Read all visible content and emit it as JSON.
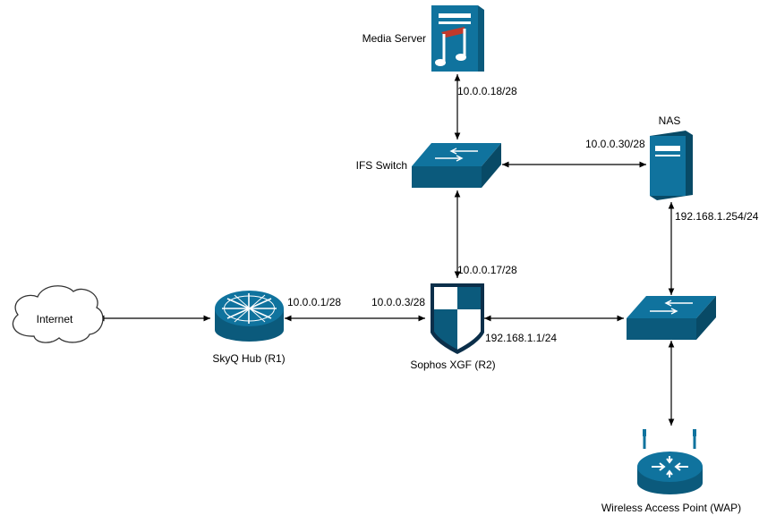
{
  "colors": {
    "device": "#10739e",
    "device_dark": "#0b5a7c",
    "line": "#000000",
    "cloud_stroke": "#333333",
    "firewall_white": "#ffffff",
    "server_accent": "#c0392b"
  },
  "nodes": {
    "internet": {
      "label": "Internet",
      "icon": "cloud-icon"
    },
    "skyq": {
      "label": "SkyQ Hub (R1)",
      "icon": "router-icon"
    },
    "sophos": {
      "label": "Sophos XGF (R2)",
      "icon": "firewall-shield-icon"
    },
    "media": {
      "label": "Media Server",
      "icon": "media-server-icon"
    },
    "ifs": {
      "label": "IFS Switch",
      "icon": "switch-icon"
    },
    "nas": {
      "label": "NAS",
      "icon": "nas-server-icon"
    },
    "lan_switch": {
      "label": "",
      "icon": "switch-icon"
    },
    "wap": {
      "label": "Wireless Access Point (WAP)",
      "icon": "wireless-router-icon"
    }
  },
  "ip_labels": {
    "media_ip": "10.0.0.18/28",
    "nas_dmz_ip": "10.0.0.30/28",
    "nas_lan_ip": "192.168.1.254/24",
    "sophos_ifs_ip": "10.0.0.17/28",
    "skyq_ip": "10.0.0.1/28",
    "sophos_wan_ip": "10.0.0.3/28",
    "sophos_lan_ip": "192.168.1.1/24"
  },
  "connections": [
    {
      "from": "Internet",
      "to": "SkyQ Hub (R1)"
    },
    {
      "from": "SkyQ Hub (R1)",
      "to": "Sophos XGF (R2)"
    },
    {
      "from": "Sophos XGF (R2)",
      "to": "IFS Switch"
    },
    {
      "from": "IFS Switch",
      "to": "Media Server"
    },
    {
      "from": "IFS Switch",
      "to": "NAS"
    },
    {
      "from": "NAS",
      "to": "LAN Switch"
    },
    {
      "from": "Sophos XGF (R2)",
      "to": "LAN Switch"
    },
    {
      "from": "LAN Switch",
      "to": "Wireless Access Point (WAP)"
    }
  ]
}
